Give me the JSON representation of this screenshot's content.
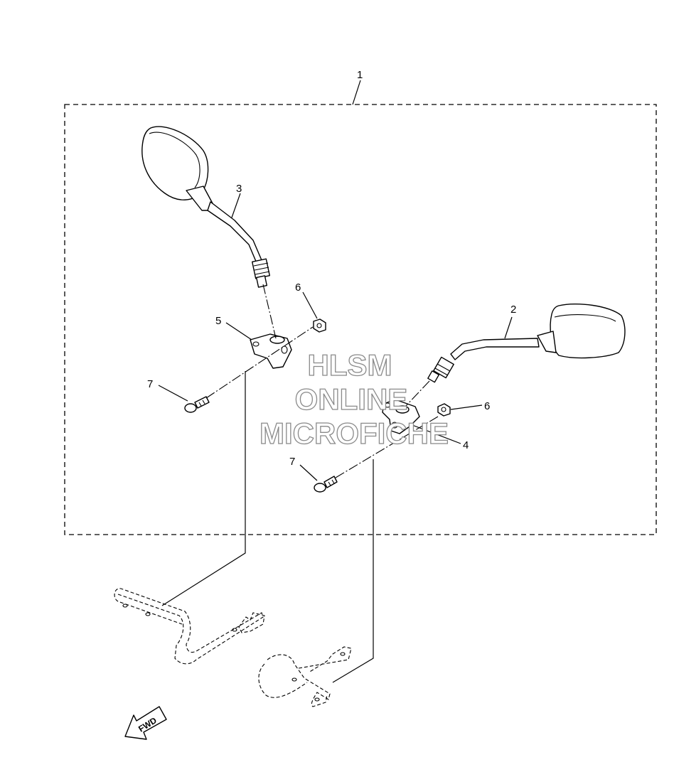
{
  "diagram": {
    "callouts": {
      "c1": "1",
      "c2": "2",
      "c3": "3",
      "c4": "4",
      "c5": "5",
      "c6_left": "6",
      "c6_right": "6",
      "c7_left": "7",
      "c7_right": "7"
    },
    "fwd_label": "FWD"
  },
  "watermark": {
    "line1": "HLSM",
    "line2": "ONLINE",
    "line3": "MICROFICHE"
  }
}
